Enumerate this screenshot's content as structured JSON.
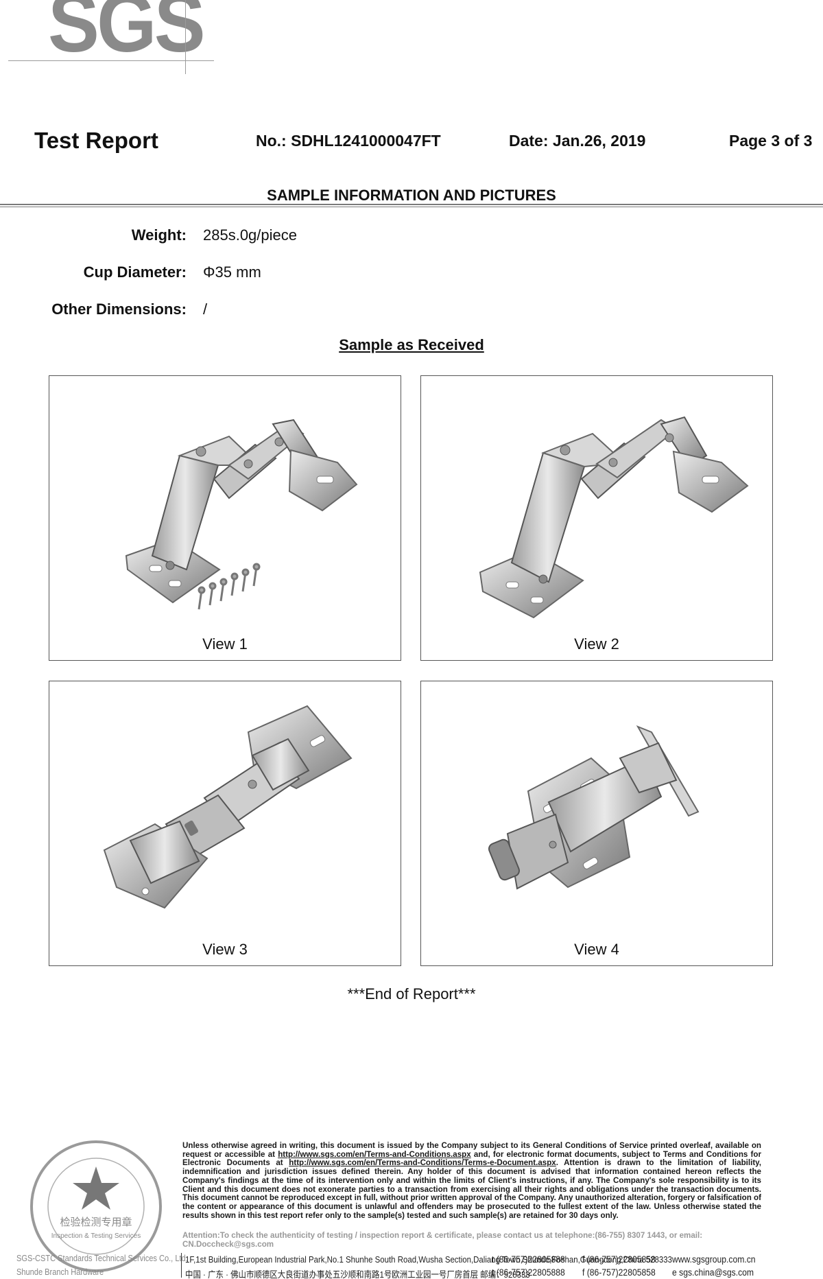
{
  "logo": {
    "text": "SGS"
  },
  "header": {
    "title": "Test Report",
    "number": "No.: SDHL1241000047FT",
    "date": "Date: Jan.26, 2019",
    "page": "Page 3 of 3"
  },
  "section_title": "SAMPLE INFORMATION AND PICTURES",
  "info": [
    {
      "label": "Weight:",
      "value": "285s.0g/piece"
    },
    {
      "label": "Cup Diameter:",
      "value": "Φ35 mm"
    },
    {
      "label": "Other Dimensions:",
      "value": "/"
    }
  ],
  "sample_heading": "Sample as Received",
  "views": [
    {
      "label": "View 1"
    },
    {
      "label": "View 2"
    },
    {
      "label": "View 3"
    },
    {
      "label": "View 4"
    }
  ],
  "end_of_report": "***End of Report***",
  "footer": {
    "disclaimer_1": "Unless otherwise agreed in writing, this document is issued by the Company subject to its General Conditions of Service printed overleaf, available on request or accessible at ",
    "link_1": "http://www.sgs.com/en/Terms-and-Conditions.aspx",
    "disclaimer_2": " and, for electronic format documents, subject to Terms and Conditions for Electronic Documents at ",
    "link_2": "http://www.sgs.com/en/Terms-and-Conditions/Terms-e-Document.aspx",
    "disclaimer_3": ". Attention is drawn to the limitation of liability, indemnification and jurisdiction issues defined therein. Any holder of this document is advised that information contained hereon reflects the Company's findings at the time of its intervention only and within the limits of Client's instructions, if any. The Company's sole responsibility is to its Client and this document does not exonerate parties to a transaction from exercising all their rights and obligations under the transaction documents. This document cannot be reproduced except in full, without prior written approval of the Company. Any unauthorized alteration, forgery or falsification of the content or appearance of this document is unlawful and offenders may be prosecuted to the fullest extent of the law. Unless otherwise stated the results shown in this test report refer only to the sample(s) tested and such sample(s) are retained for 30 days only.",
    "attention": "Attention:To check the authenticity of testing / inspection report & certificate, please contact us at telephone:(86-755) 8307 1443, or email: CN.Doccheck@sgs.com",
    "company_1": "SGS-CSTC Standards Technical Services Co., Ltd.",
    "company_2": "Shunde Branch Hardware",
    "address_en": "1F,1st Building,European Industrial Park,No.1 Shunhe South Road,Wusha Section,Daliang Town,Shunde,Foshan,Guangdong,China  528333",
    "address_cn": "中国 · 广东 · 佛山市顺德区大良街道办事处五沙顺和南路1号欧洲工业园一号厂房首层  邮编：528333",
    "tel_1": "t (86-757)22805888",
    "fax_1": "f (86-757)22805858",
    "web": "www.sgsgroup.com.cn",
    "tel_2": "t (86-757)22805888",
    "fax_2": "f (86-757)22805858",
    "email": "e sgs.china@sgs.com",
    "stamp_text_cn": "检验检测专用章",
    "stamp_text_en": "Inspection & Testing Services"
  }
}
